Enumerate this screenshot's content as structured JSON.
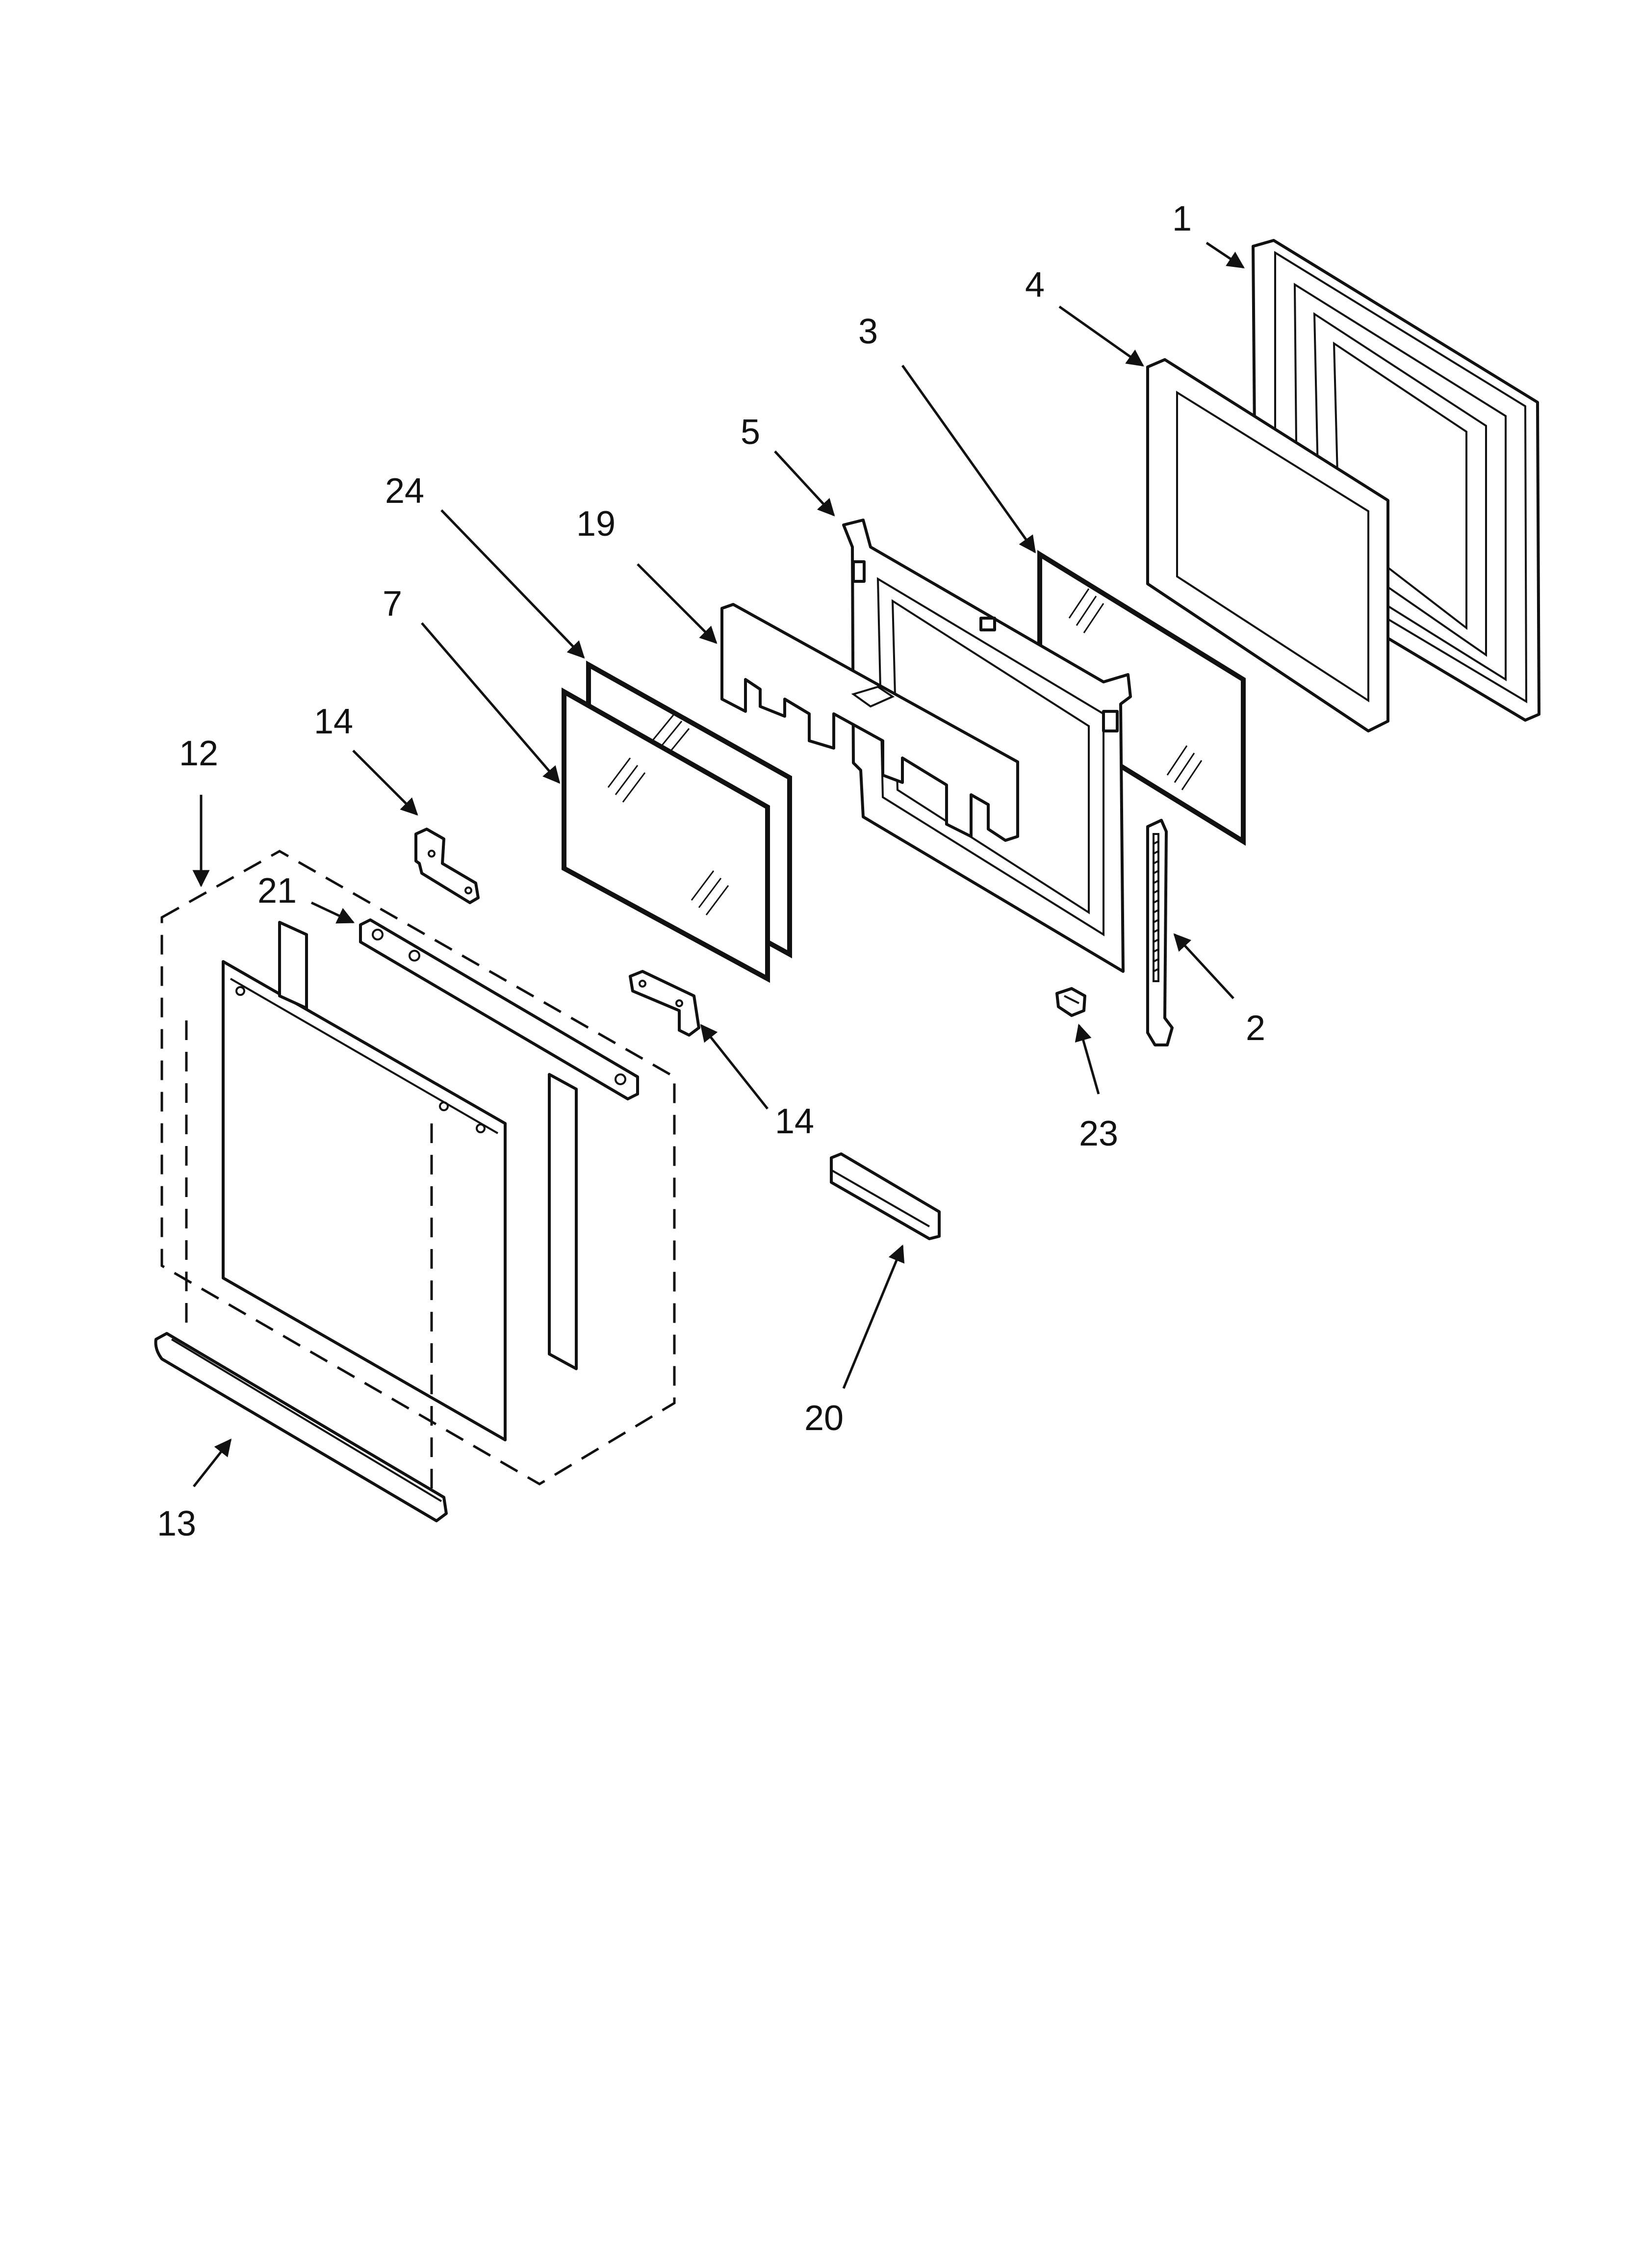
{
  "callouts": {
    "c1": "1",
    "c2": "2",
    "c3": "3",
    "c4": "4",
    "c5": "5",
    "c7": "7",
    "c12": "12",
    "c13": "13",
    "c14a": "14",
    "c14b": "14",
    "c19": "19",
    "c20": "20",
    "c21": "21",
    "c23": "23",
    "c24": "24"
  },
  "colors": {
    "line": "#111111",
    "background": "#ffffff"
  }
}
